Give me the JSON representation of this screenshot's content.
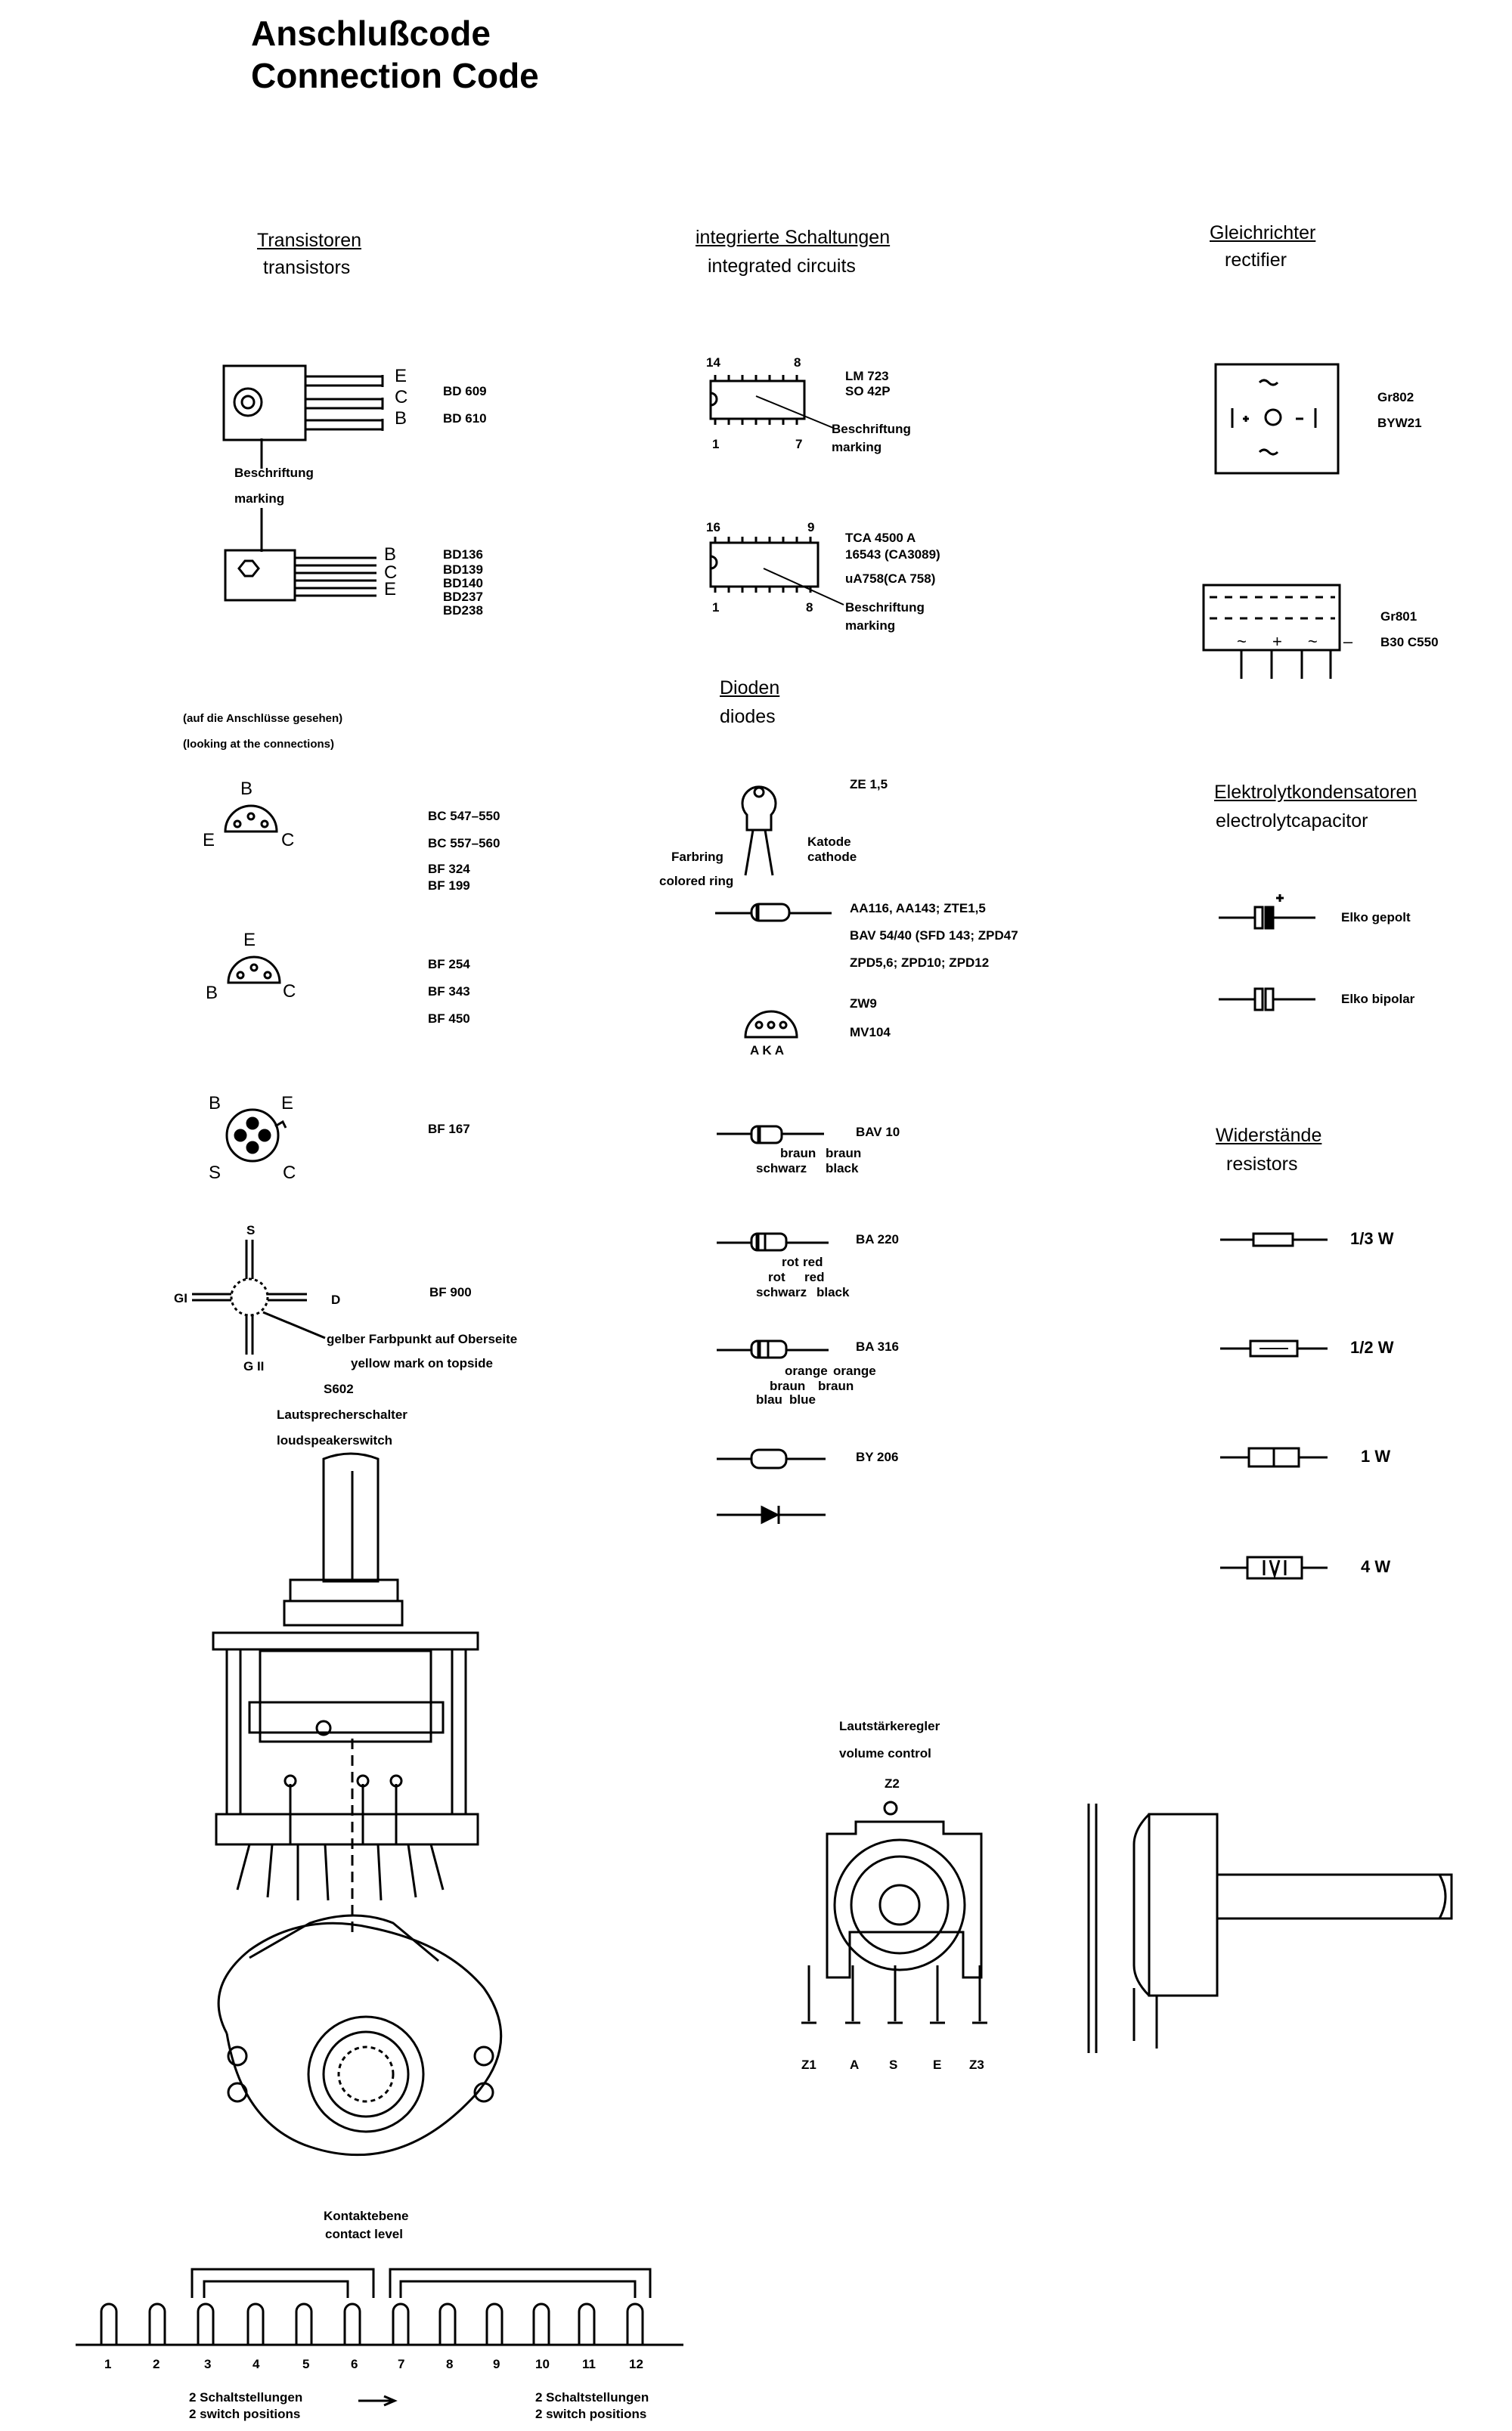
{
  "title": {
    "de": "Anschlußcode",
    "en": "Connection Code"
  },
  "transistors": {
    "heading_de": "Transistoren",
    "heading_en": "transistors",
    "pins_ecb": [
      "E",
      "C",
      "B"
    ],
    "types_1": [
      "BD 609",
      "BD 610"
    ],
    "marking_de": "Beschriftung",
    "marking_en": "marking",
    "pins_bce": [
      "B",
      "C",
      "E"
    ],
    "types_2": [
      "BD136",
      "BD139",
      "BD140",
      "BD237",
      "BD238"
    ],
    "note_de": "(auf die Anschlüsse gesehen)",
    "note_en": "(looking at the connections)",
    "to92_a": {
      "top": "B",
      "left": "E",
      "right": "C",
      "types": [
        "BC 547–550",
        "BC 557–560",
        "BF 324",
        "BF 199"
      ]
    },
    "to92_b": {
      "top": "E",
      "left": "B",
      "right": "C",
      "types": [
        "BF 254",
        "BF 343",
        "BF 450"
      ]
    },
    "to72": {
      "tl": "B",
      "tr": "E",
      "bl": "S",
      "br": "C",
      "type": "BF 167"
    },
    "mosfet": {
      "s": "S",
      "g1": "GI",
      "d": "D",
      "g2": "G II",
      "type": "BF 900",
      "note_de": "gelber Farbpunkt auf Oberseite",
      "note_en": "yellow mark on topside"
    }
  },
  "ics": {
    "heading_de": "integrierte Schaltungen",
    "heading_en": "integrated circuits",
    "ic1": {
      "pin14": "14",
      "pin8": "8",
      "pin1": "1",
      "pin7": "7",
      "types": [
        "LM 723",
        "SO 42P"
      ]
    },
    "ic2": {
      "pin16": "16",
      "pin9": "9",
      "pin1": "1",
      "pin8": "8",
      "types": [
        "TCA 4500 A",
        "16543 (CA3089)",
        "uA758(CA 758)"
      ]
    },
    "marking_de": "Beschriftung",
    "marking_en": "marking"
  },
  "diodes": {
    "heading_de": "Dioden",
    "heading_en": "diodes",
    "ze": "ZE 1,5",
    "cathode_de": "Katode",
    "cathode_en": "cathode",
    "ring_de": "Farbring",
    "ring_en": "colored ring",
    "glass_types": [
      "AA116, AA143; ZTE1,5",
      "BAV 54/40 (SFD 143; ZPD47",
      "ZPD5,6; ZPD10; ZPD12"
    ],
    "zw_types": [
      "ZW9",
      "MV104"
    ],
    "aka": "A K A",
    "bav10": {
      "type": "BAV 10",
      "c1_de": "braun",
      "c1_en": "braun",
      "c2_de": "schwarz",
      "c2_en": "black"
    },
    "ba220": {
      "type": "BA 220",
      "r1_de": "rot",
      "r1_en": "red",
      "r2_de": "rot",
      "r2_en": "red",
      "r3_de": "schwarz",
      "r3_en": "black"
    },
    "ba316": {
      "type": "BA 316",
      "r1_de": "orange",
      "r1_en": "orange",
      "r2_de": "braun",
      "r2_en": "braun",
      "r3_de": "blau",
      "r3_en": "blue"
    },
    "by206": "BY 206"
  },
  "rectifier": {
    "heading_de": "Gleichrichter",
    "heading_en": "rectifier",
    "types_1": [
      "Gr802",
      "BYW21"
    ],
    "types_2": [
      "Gr801",
      "B30  C550"
    ],
    "pin_marks": "~ + ~ –"
  },
  "capacitors": {
    "heading_de": "Elektrolytkondensatoren",
    "heading_en": "electrolytcapacitor",
    "polar": "Elko gepolt",
    "bipolar": "Elko bipolar"
  },
  "resistors": {
    "heading_de": "Widerstände",
    "heading_en": "resistors",
    "ratings": [
      "1/3 W",
      "1/2 W",
      "1 W",
      "4 W"
    ]
  },
  "speaker_switch": {
    "code": "S602",
    "label_de": "Lautsprecherschalter",
    "label_en": "loudspeakerswitch"
  },
  "volume": {
    "label_de": "Lautstärkeregler",
    "label_en": "volume control",
    "top": "Z2",
    "pins": [
      "Z1",
      "A",
      "S",
      "E",
      "Z3"
    ]
  },
  "contact_level": {
    "label_de": "Kontaktebene",
    "label_en": "contact level",
    "numbers": [
      "1",
      "2",
      "3",
      "4",
      "5",
      "6",
      "7",
      "8",
      "9",
      "10",
      "11",
      "12"
    ],
    "left_de": "2 Schaltstellungen",
    "left_en": "2 switch positions",
    "right_de": "2 Schaltstellungen",
    "right_en": "2 switch positions"
  }
}
